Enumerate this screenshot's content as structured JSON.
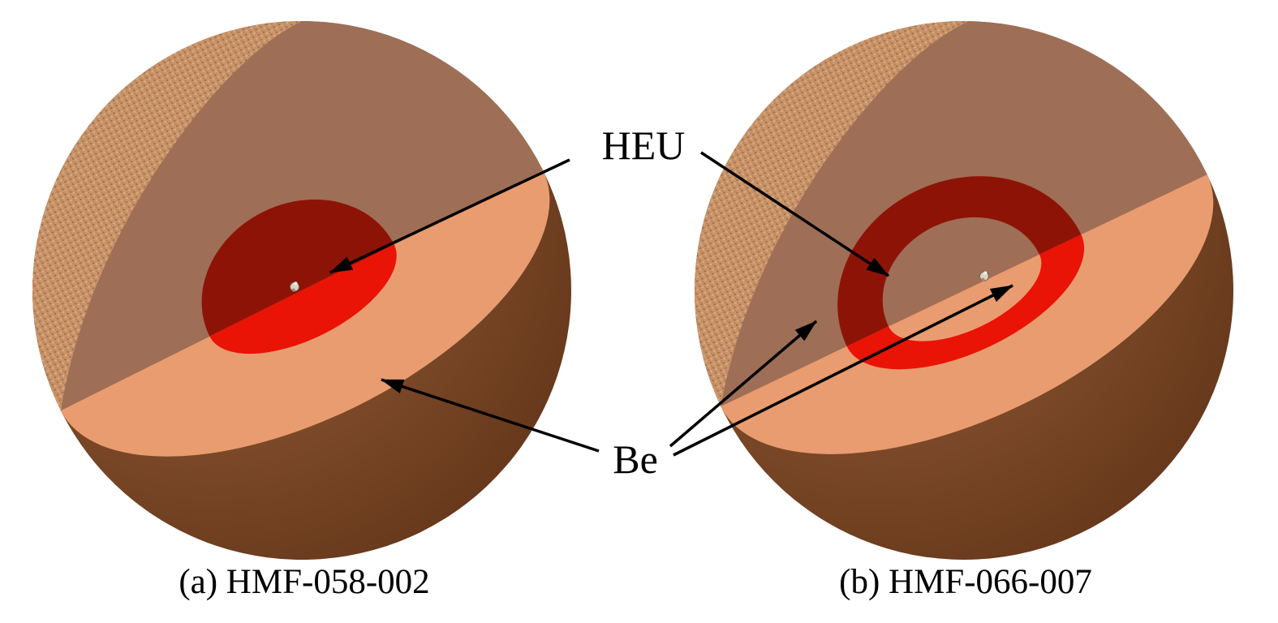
{
  "figure": {
    "labels": {
      "heu": "HEU",
      "be": "Be"
    },
    "subfigures": [
      {
        "caption": "(a) HMF-058-002"
      },
      {
        "caption": "(b) HMF-066-007"
      }
    ],
    "materials": {
      "be_outer_speckle": "#c9946a",
      "be_outer_bottom": "#7b4928",
      "be_cut_vertical": "#9e6f56",
      "be_cut_horizontal": "#e99c6f",
      "heu_cut_vertical": "#8e1307",
      "heu_cut_horizontal": "#e91306"
    },
    "annotation_color": "#000000",
    "background_color": "#ffffff"
  }
}
